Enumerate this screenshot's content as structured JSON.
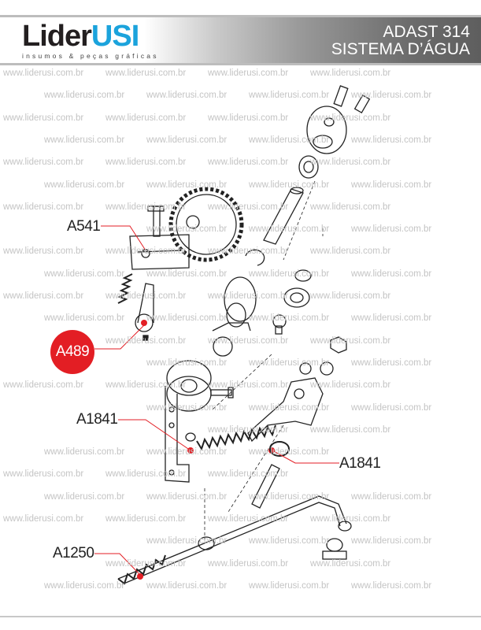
{
  "header": {
    "logo_main_1": "Lider",
    "logo_main_2": "USI",
    "logo_tagline": "insumos & peças gráficas",
    "title_line1": "ADAST 314",
    "title_line2": "SISTEMA D’ÁGUA"
  },
  "watermark": "www.liderusi.com.br",
  "labels": {
    "a541": "A541",
    "a489": "A489",
    "a1841_left": "A1841",
    "a1841_right": "A1841",
    "a1250": "A1250"
  },
  "colors": {
    "accent_red": "#e31e24",
    "brand_blue": "#1ba3dc"
  }
}
